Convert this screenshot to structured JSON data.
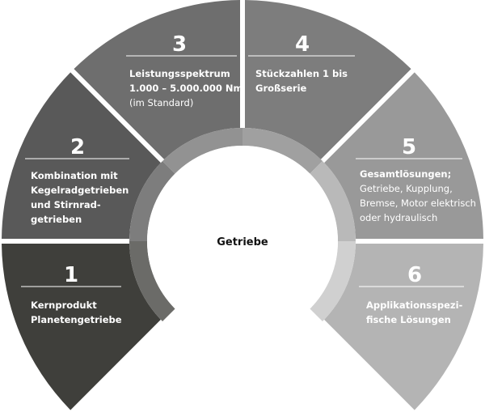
{
  "center_label": "Getriebe",
  "segments": [
    {
      "number": "1",
      "color": "#3f3f3b",
      "inner_ring_color": "#6b6b68",
      "lines": [
        {
          "text": "Kernprodukt",
          "bold": true
        },
        {
          "text": "Planetengetriebe",
          "bold": true
        }
      ]
    },
    {
      "number": "2",
      "color": "#595959",
      "inner_ring_color": "#7d7d7d",
      "lines": [
        {
          "text": "Kombination mit",
          "bold": true
        },
        {
          "text": "Kegelradgetrieben",
          "bold": true
        },
        {
          "text": "und Stirnrad-",
          "bold": true
        },
        {
          "text": "getrieben",
          "bold": true
        }
      ]
    },
    {
      "number": "3",
      "color": "#6e6e6e",
      "inner_ring_color": "#929292",
      "lines": [
        {
          "text": "Leistungsspektrum",
          "bold": true
        },
        {
          "text": "1.000 – 5.000.000 Nm",
          "bold": true
        },
        {
          "text": "(im Standard)",
          "bold": false
        }
      ]
    },
    {
      "number": "4",
      "color": "#7d7d7d",
      "inner_ring_color": "#a0a0a0",
      "lines": [
        {
          "text": "Stückzahlen 1 bis",
          "bold": true
        },
        {
          "text": "Großserie",
          "bold": true
        }
      ]
    },
    {
      "number": "5",
      "color": "#999999",
      "inner_ring_color": "#b9b9b9",
      "lines": [
        {
          "text": "Gesamtlösungen;",
          "bold": true
        },
        {
          "text": "Getriebe, Kupplung,",
          "bold": false
        },
        {
          "text": "Bremse, Motor elektrisch",
          "bold": false
        },
        {
          "text": "oder hydraulisch",
          "bold": false
        }
      ]
    },
    {
      "number": "6",
      "color": "#b4b4b4",
      "inner_ring_color": "#d0d0d0",
      "lines": [
        {
          "text": "Applikationsspezi-",
          "bold": true
        },
        {
          "text": "fische Lösungen",
          "bold": true
        }
      ]
    }
  ]
}
